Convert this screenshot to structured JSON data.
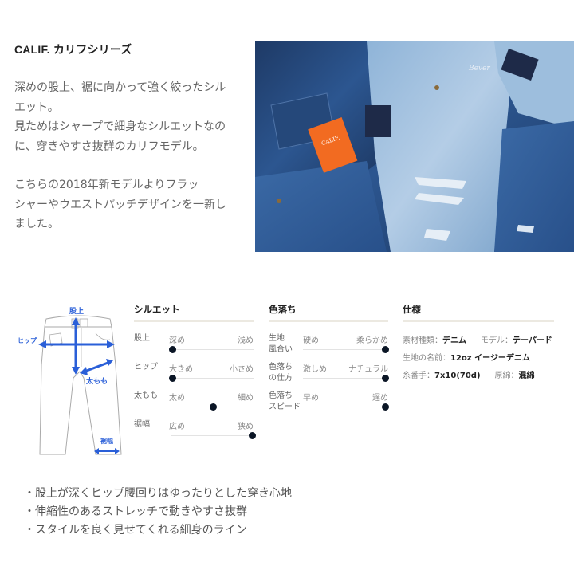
{
  "intro": {
    "title": "CALIF. カリフシリーズ",
    "paragraphs": [
      [
        "深めの股上、裾に向かって強く絞ったシル",
        "エット。",
        "見ためはシャープで細身なシルエットなの",
        "に、穿きやすさ抜群のカリフモデル。"
      ],
      [
        "こちらの2018年新モデルよりフラッ",
        "シャーやウエストパッチデザインを一新し",
        "ました。"
      ]
    ]
  },
  "photo": {
    "alt": "jeans-collection-photo",
    "tag_text": "CALIF.",
    "accent_tag_color": "#f26b21"
  },
  "diagram": {
    "labels": {
      "rise": "股上",
      "hip": "ヒップ",
      "thigh": "太もも",
      "hem": "裾幅"
    },
    "arrow_color": "#2a5fd8"
  },
  "silhouette": {
    "heading": "シルエット",
    "rows": [
      {
        "label": "股上",
        "left": "深め",
        "right": "浅め",
        "value_pct": 0
      },
      {
        "label": "ヒップ",
        "left": "大きめ",
        "right": "小さめ",
        "value_pct": 0
      },
      {
        "label": "太もも",
        "left": "太め",
        "right": "細め",
        "value_pct": 50
      },
      {
        "label": "裾幅",
        "left": "広め",
        "right": "狭め",
        "value_pct": 100
      }
    ]
  },
  "fade": {
    "heading": "色落ち",
    "rows": [
      {
        "label": "生地\n風合い",
        "label1": "生地",
        "label2": "風合い",
        "left": "硬め",
        "right": "柔らかめ",
        "value_pct": 100
      },
      {
        "label": "色落ち\nの仕方",
        "label1": "色落ち",
        "label2": "の仕方",
        "left": "激しめ",
        "right": "ナチュラル",
        "value_pct": 100
      },
      {
        "label": "色落ち\nスピード",
        "label1": "色落ち",
        "label2": "スピード",
        "left": "早め",
        "right": "遅め",
        "value_pct": 100
      }
    ]
  },
  "spec": {
    "heading": "仕様",
    "material_label": "素材種類：",
    "material_value": "デニム",
    "model_label": "モデル：",
    "model_value": "テーパード",
    "fabric_label": "生地の名前：",
    "fabric_value": "12oz イージーデニム",
    "yarn_label": "糸番手：",
    "yarn_value": "7x10(70d)",
    "cotton_label": "原綿：",
    "cotton_value": "混綿"
  },
  "bullets": [
    "・股上が深くヒップ腰回りはゆったりとした穿き心地",
    "・伸縮性のあるストレッチで動きやすさ抜群",
    "・スタイルを良く見せてくれる細身のライン"
  ]
}
